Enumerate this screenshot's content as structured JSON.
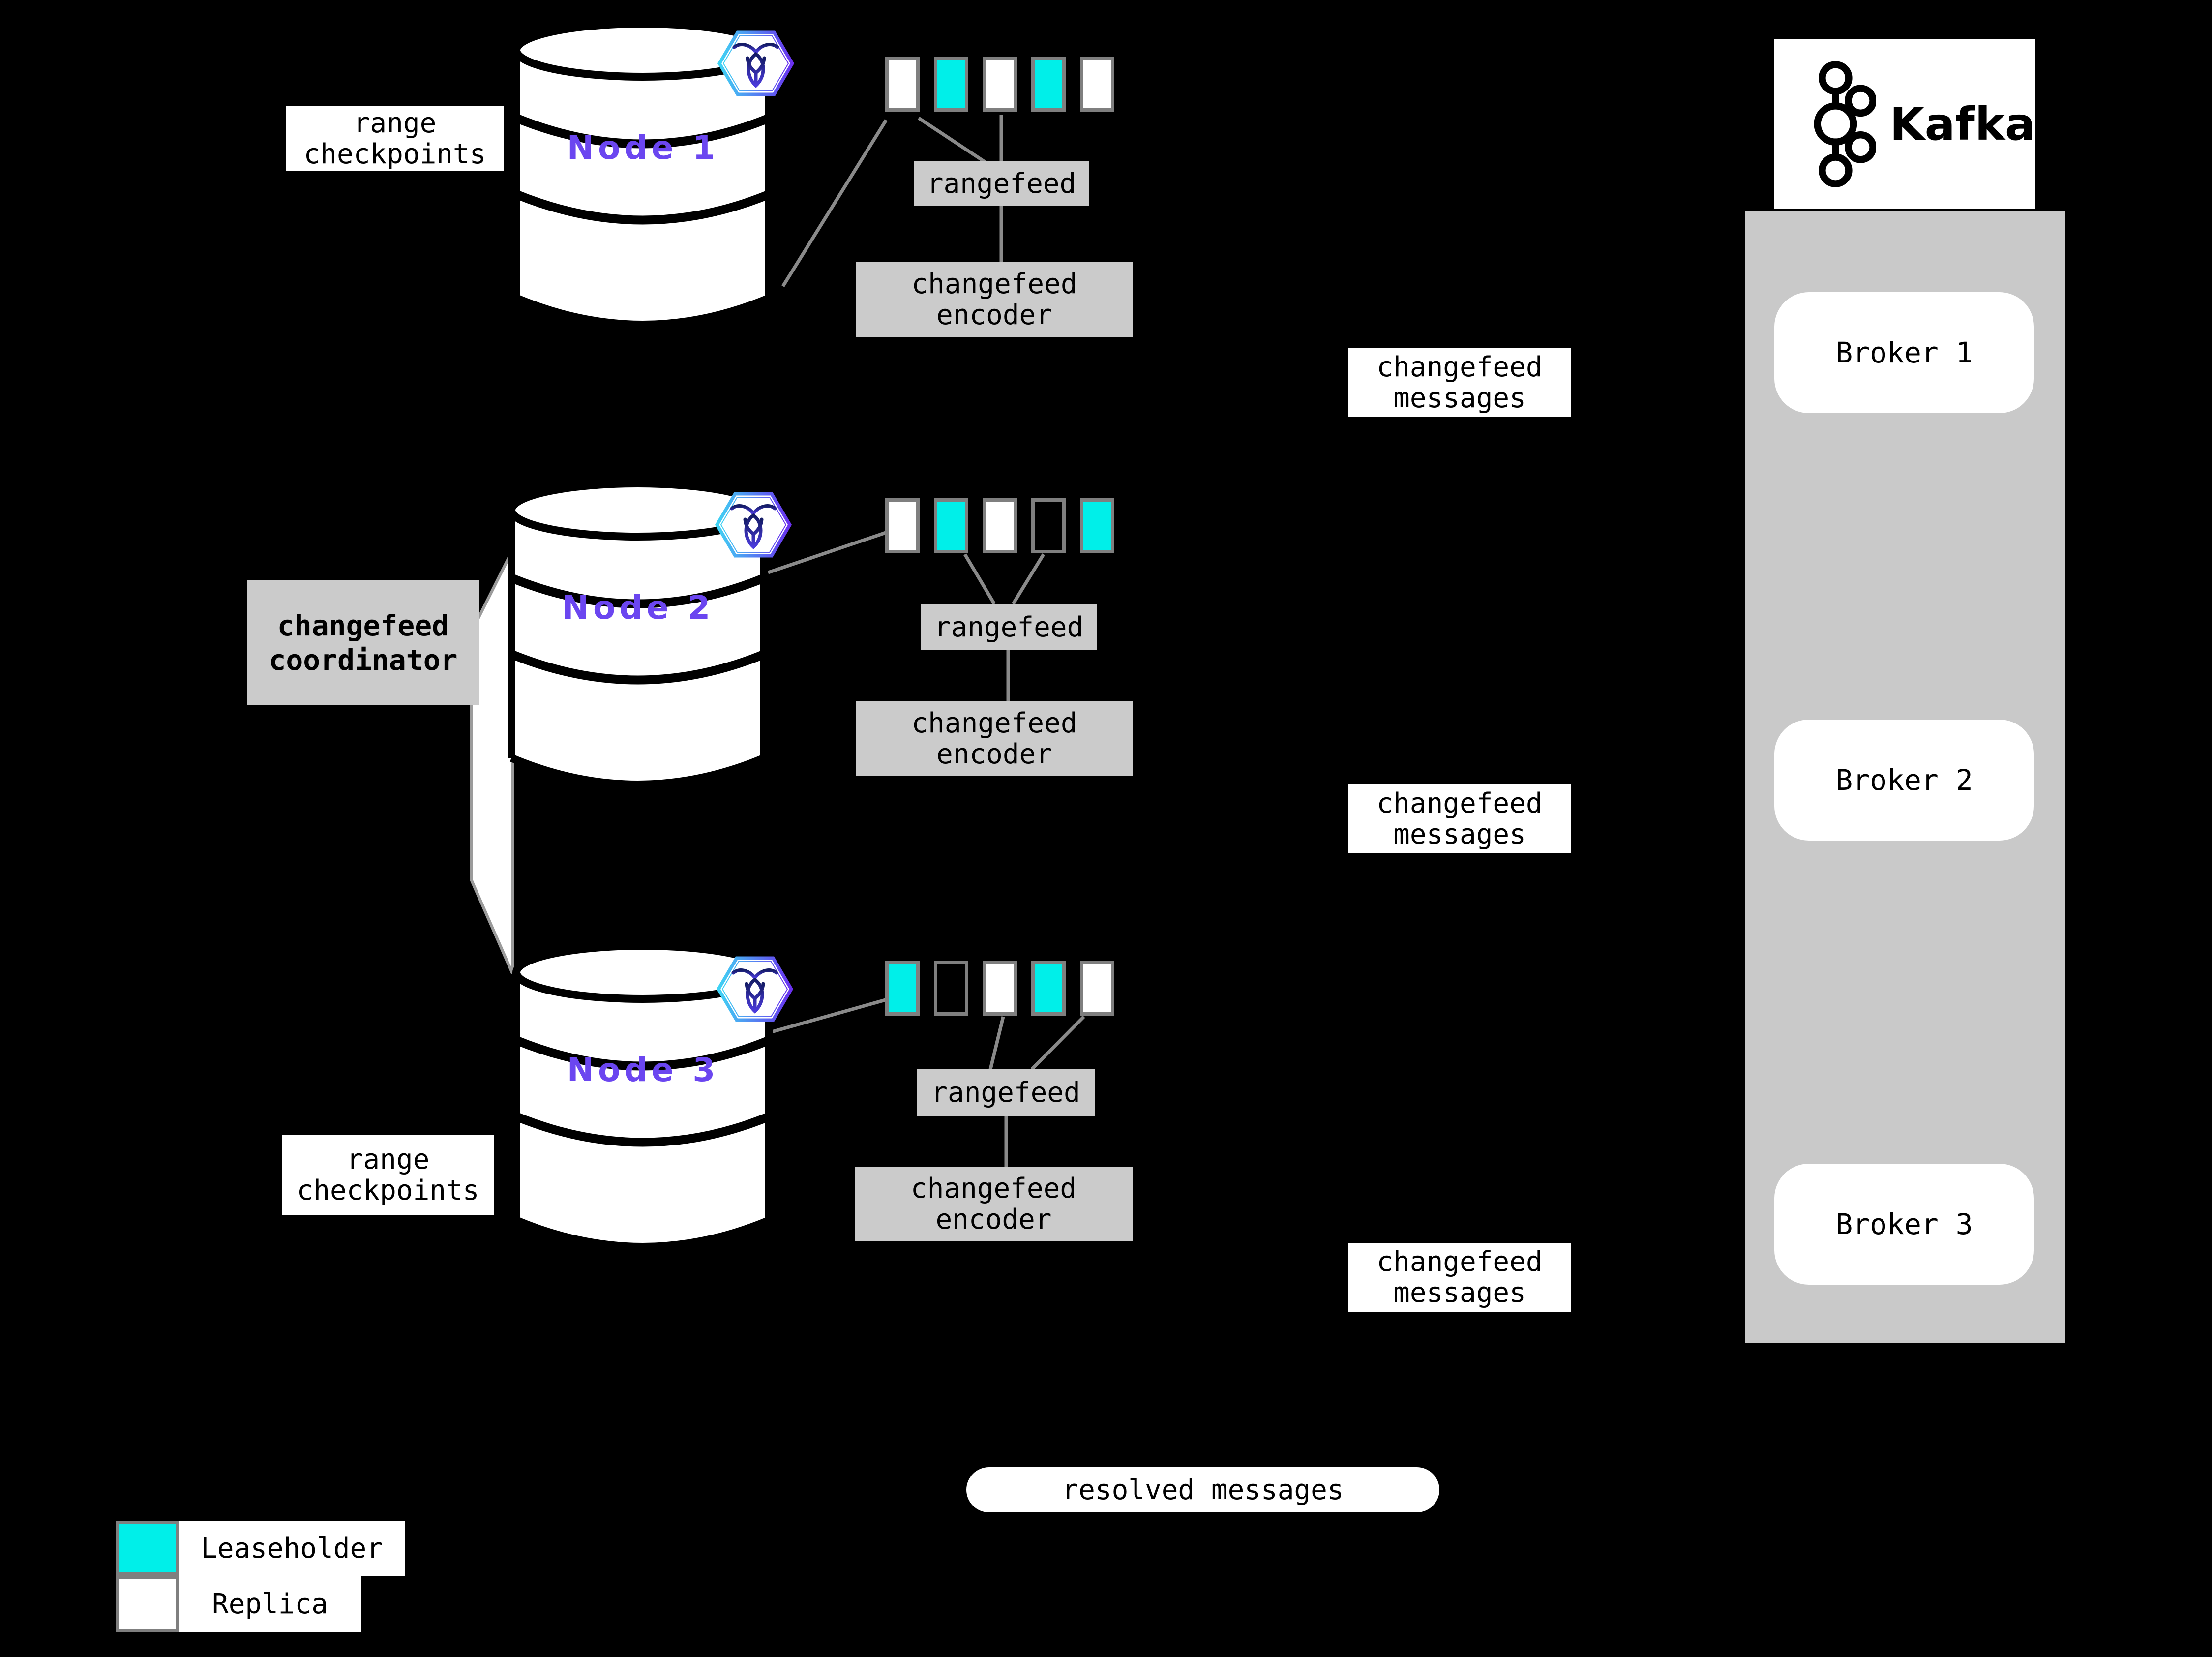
{
  "colors": {
    "background": "#000000",
    "leaseholder": "#00efe9",
    "replica": "#ffffff",
    "panel_gray": "#cbcbcb",
    "container_gray": "#c9c9c9",
    "line_gray": "#8a8a8a",
    "node_label_purple": "#6b46f0",
    "text_black": "#000000"
  },
  "icons": {
    "node_database": "database-cylinder-icon",
    "cockroachdb": "cockroachdb-hexagon-icon",
    "kafka_logo": "kafka-circles-icon"
  },
  "nodes": [
    {
      "label": "Node 1",
      "side_label": "range\ncheckpoints",
      "rangefeed_label": "rangefeed",
      "encoder_label": "changefeed\nencoder",
      "messages_label": "changefeed\nmessages",
      "ranges": [
        "replica",
        "leaseholder",
        "replica",
        "leaseholder",
        "replica"
      ]
    },
    {
      "label": "Node 2",
      "side_label": "changefeed\ncoordinator",
      "rangefeed_label": "rangefeed",
      "encoder_label": "changefeed\nencoder",
      "messages_label": "changefeed\nmessages",
      "ranges": [
        "replica",
        "leaseholder",
        "replica",
        "empty",
        "leaseholder"
      ]
    },
    {
      "label": "Node 3",
      "side_label": "range\ncheckpoints",
      "rangefeed_label": "rangefeed",
      "encoder_label": "changefeed\nencoder",
      "messages_label": "changefeed\nmessages",
      "ranges": [
        "leaseholder",
        "empty",
        "replica",
        "leaseholder",
        "replica"
      ]
    }
  ],
  "kafka": {
    "title": "Kafka",
    "brokers": [
      {
        "label": "Broker 1"
      },
      {
        "label": "Broker 2"
      },
      {
        "label": "Broker 3"
      }
    ]
  },
  "resolved_messages_label": "resolved messages",
  "legend": {
    "items": [
      {
        "swatch": "leaseholder",
        "label": "Leaseholder"
      },
      {
        "swatch": "replica",
        "label": "Replica"
      }
    ]
  }
}
